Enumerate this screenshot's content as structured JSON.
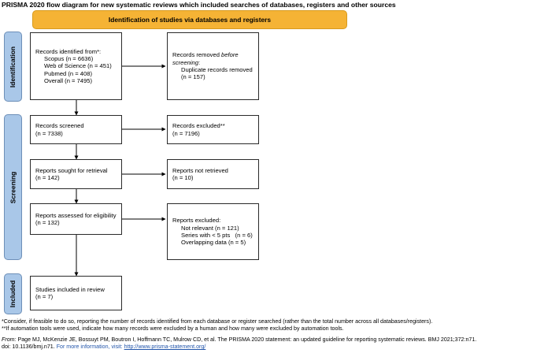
{
  "title": "PRISMA 2020 flow diagram for new systematic reviews which included searches of databases, registers and other sources",
  "banner": "Identification of studies via databases and registers",
  "sections": {
    "identification": "Identification",
    "screening": "Screening",
    "included": "Included"
  },
  "identified": {
    "heading": "Records identified from*:",
    "scopus": "Scopus (n = 6636)",
    "wos": "Web of Science (n = 451)",
    "pubmed": "Pubmed (n = 408)",
    "overall": "Overall (n = 7495)"
  },
  "removed": {
    "heading_pre": "Records removed ",
    "heading_em": "before",
    "heading_post": "screening",
    "colon": ":",
    "duplicates": "Duplicate records removed",
    "count": "(n = 157)"
  },
  "screened": {
    "label": "Records screened",
    "count": "(n = 7338)"
  },
  "excluded": {
    "label": "Records excluded**",
    "count": "(n = 7196)"
  },
  "sought": {
    "label": "Reports sought for retrieval",
    "count": "(n = 142)"
  },
  "not_retrieved": {
    "label": "Reports not retrieved",
    "count": "(n = 10)"
  },
  "assessed": {
    "label": "Reports assessed for eligibility",
    "count": "(n = 132)"
  },
  "reports_excluded": {
    "label": "Reports excluded:",
    "not_relevant": "Not relevant (n = 121)",
    "series": "Series with < 5 pts   (n = 6)",
    "overlapping": "Overlapping data (n = 5)"
  },
  "included_box": {
    "label": "Studies included in review",
    "count": "(n = 7)"
  },
  "footer": {
    "note1": "*Consider, if feasible to do so, reporting the number of records identified from each database or register searched (rather than the total number across all databases/registers).",
    "note2": "**If automation tools were used, indicate how many records were excluded by a human and how many were excluded by automation tools.",
    "from_label": "From: ",
    "citation": " Page MJ, McKenzie JE, Bossuyt PM, Boutron I, Hoffmann TC, Mulrow CD, et al. The PRISMA 2020 statement: an updated guideline for reporting systematic reviews. BMJ 2021;372:n71.",
    "doi": "doi: 10.1136/bmj.n71. ",
    "more_info": "For more information, visit: ",
    "url": "http://www.prisma-statement.org/"
  },
  "colors": {
    "banner": "#f5b335",
    "side": "#a9c7e8",
    "link": "#2255aa"
  }
}
